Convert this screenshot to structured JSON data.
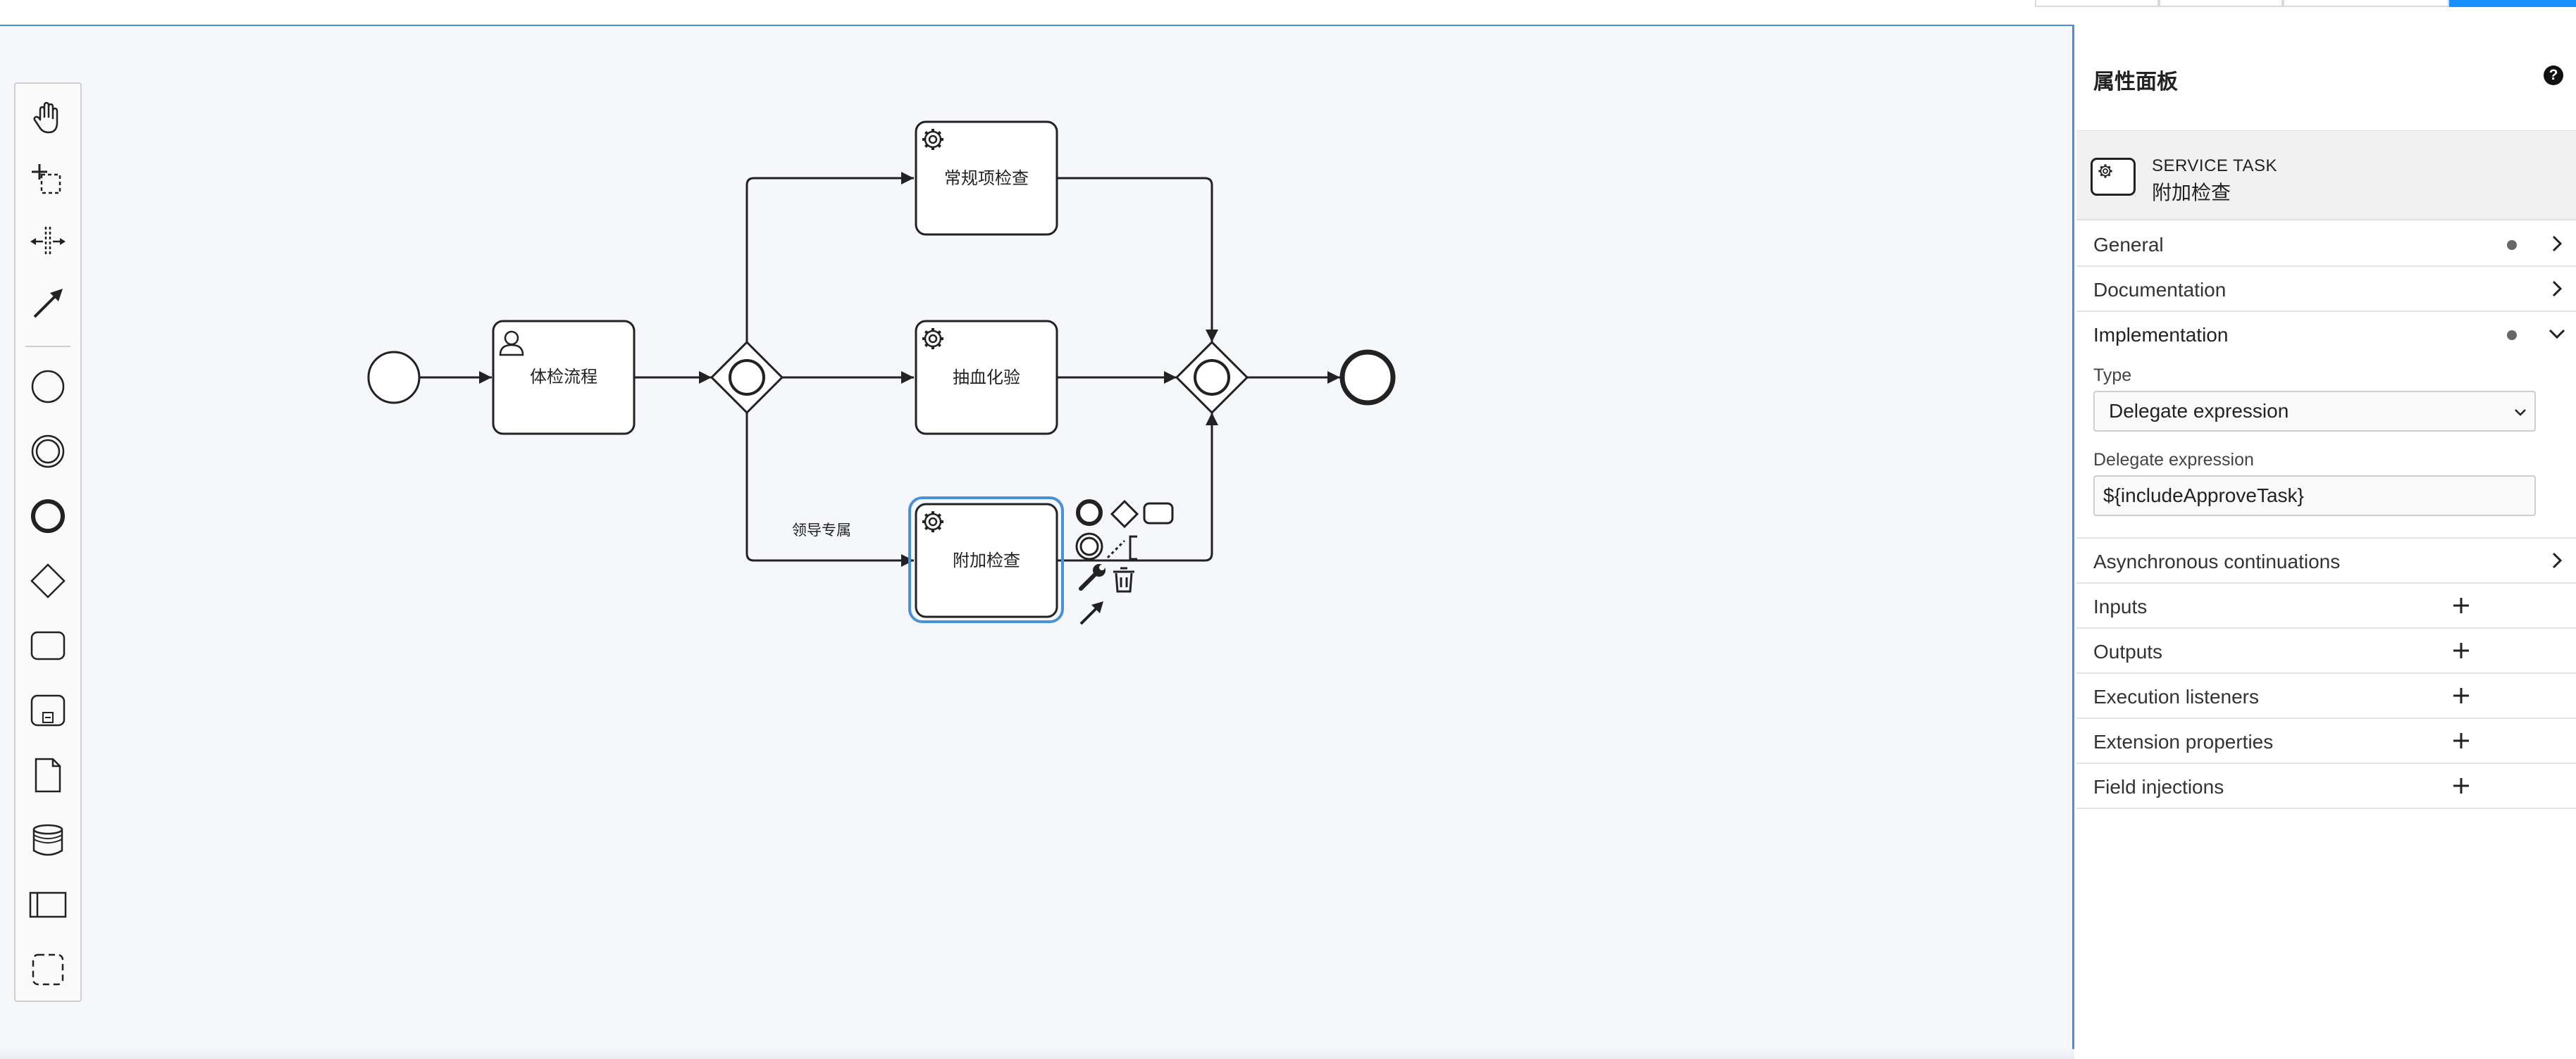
{
  "canvas": {
    "tasks": [
      {
        "id": "user-task",
        "label": "体检流程"
      },
      {
        "id": "routine-check",
        "label": "常规项检查"
      },
      {
        "id": "blood-test",
        "label": "抽血化验"
      },
      {
        "id": "extra-check",
        "label": "附加检查"
      }
    ],
    "flow_label": "领导专属"
  },
  "palette": {
    "tools": [
      "hand-tool",
      "lasso-tool",
      "space-tool",
      "global-connect-tool"
    ],
    "shapes": [
      "start-event",
      "intermediate-event",
      "end-event",
      "gateway",
      "task",
      "subprocess",
      "data-object",
      "data-store",
      "pool",
      "group"
    ]
  },
  "context_pad": {
    "items": [
      "end-event",
      "gateway",
      "task",
      "intermediate-event",
      "text-annotation",
      "change-type",
      "delete",
      "connect"
    ]
  },
  "props": {
    "title": "属性面板",
    "help": "?",
    "element": {
      "type": "SERVICE TASK",
      "name": "附加检查"
    },
    "groups": [
      {
        "label": "General",
        "dot": true,
        "control": "chevron"
      },
      {
        "label": "Documentation",
        "dot": false,
        "control": "chevron"
      }
    ],
    "implementation": {
      "title": "Implementation",
      "type_label": "Type",
      "type_value": "Delegate expression",
      "delegate_label": "Delegate expression",
      "delegate_value": "${includeApproveTask}"
    },
    "groups_after": [
      {
        "label": "Asynchronous continuations",
        "control": "chevron"
      },
      {
        "label": "Inputs",
        "control": "plus"
      },
      {
        "label": "Outputs",
        "control": "plus"
      },
      {
        "label": "Execution listeners",
        "control": "plus"
      },
      {
        "label": "Extension properties",
        "control": "plus"
      },
      {
        "label": "Field injections",
        "control": "plus"
      }
    ]
  },
  "colors": {
    "selection": "#4a90d9",
    "canvas_bg": "#f5f7fb",
    "primary_button": "#1890ff"
  }
}
